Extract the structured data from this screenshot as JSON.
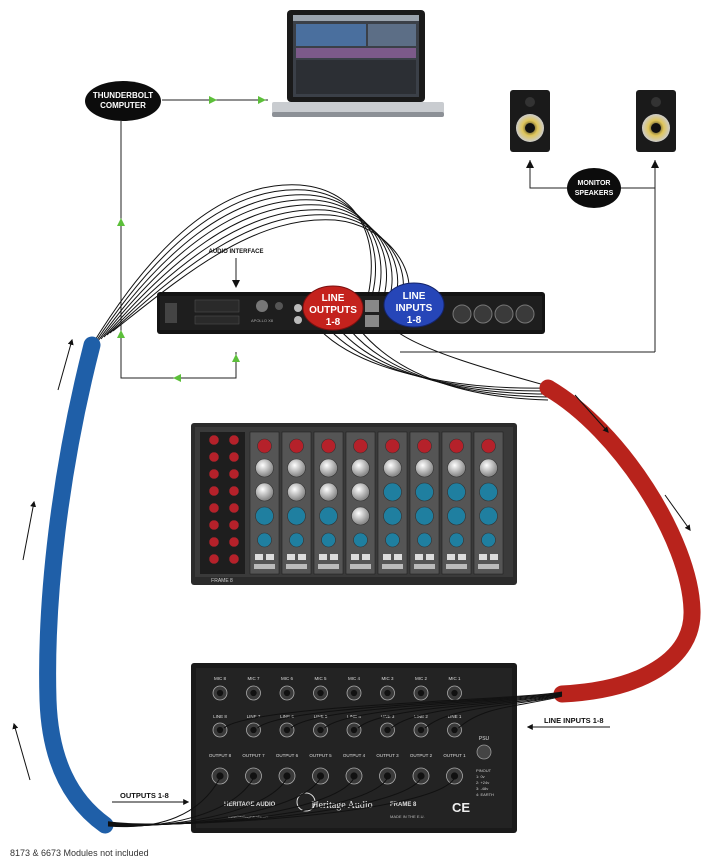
{
  "nodes": {
    "computer": {
      "line1": "THUNDERBOLT",
      "line2": "COMPUTER"
    },
    "speakers": {
      "line1": "MONITOR",
      "line2": "SPEAKERS"
    },
    "interface": {
      "label": "AUDIO INTERFACE",
      "model": "APOLLO X8"
    },
    "line_outputs": {
      "line1": "LINE",
      "line2": "OUTPUTS",
      "line3": "1-8"
    },
    "line_inputs": {
      "line1": "LINE",
      "line2": "INPUTS",
      "line3": "1-8"
    },
    "rack": {
      "frame_label": "FRAME 8"
    },
    "backpanel": {
      "mic_labels": [
        "MIC 8",
        "MIC 7",
        "MIC 6",
        "MIC 5",
        "MIC 4",
        "MIC 3",
        "MIC 2",
        "MIC 1"
      ],
      "line_labels": [
        "LINE 8",
        "LINE 7",
        "LINE 6",
        "LINE 5",
        "LINE 4",
        "LINE 3",
        "LINE 2",
        "LINE 1"
      ],
      "output_labels": [
        "OUTPUT 8",
        "OUTPUT 7",
        "OUTPUT 6",
        "OUTPUT 5",
        "OUTPUT 4",
        "OUTPUT 3",
        "OUTPUT 2",
        "OUTPUT 1"
      ],
      "psu": "PSU",
      "pinout": [
        "PINOUT",
        "1: 0v",
        "2: +24v",
        "3: -48v",
        "4: EARTH"
      ],
      "brand": "HERITAGE AUDIO",
      "logo": "Heritage Audio",
      "url": "www.heritageaudio.net",
      "frame": "FRAME 8",
      "made": "MADE IN THE E.U.",
      "ce": "CE"
    }
  },
  "labels": {
    "line_inputs_18": "LINE INPUTS 1-8",
    "outputs_18": "OUTPUTS 1-8",
    "footnote": "8173 & 6673 Modules not included"
  },
  "colors": {
    "blue_cable": "#1f5fa8",
    "red_cable": "#b8231c",
    "green_arrow": "#5cbf3a",
    "red_badge": "#c4221d",
    "blue_badge": "#2646b8"
  }
}
